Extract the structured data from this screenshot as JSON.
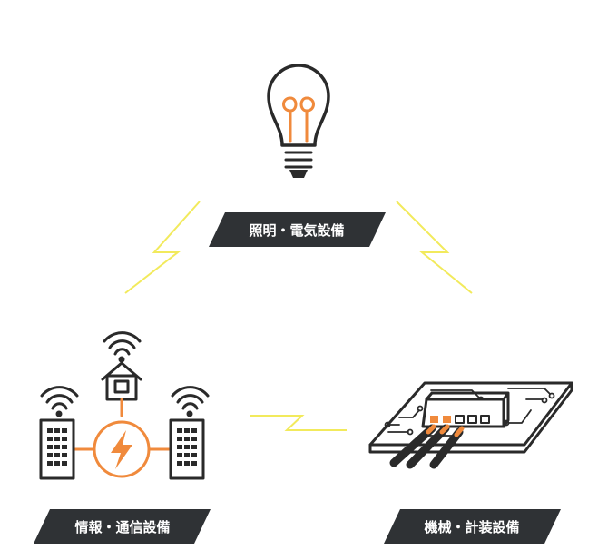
{
  "labels": {
    "top": "照明・電気設備",
    "bottom_left": "情報・通信設備",
    "bottom_right": "機械・計装設備"
  },
  "colors": {
    "label_bg": "#2f3235",
    "label_text": "#ffffff",
    "icon_stroke": "#2a2a2a",
    "accent": "#f08a3c",
    "bolt": "#f2ea5c"
  },
  "icons": {
    "top": "lightbulb-icon",
    "bottom_left": "network-power-icon",
    "bottom_right": "circuit-board-icon"
  }
}
